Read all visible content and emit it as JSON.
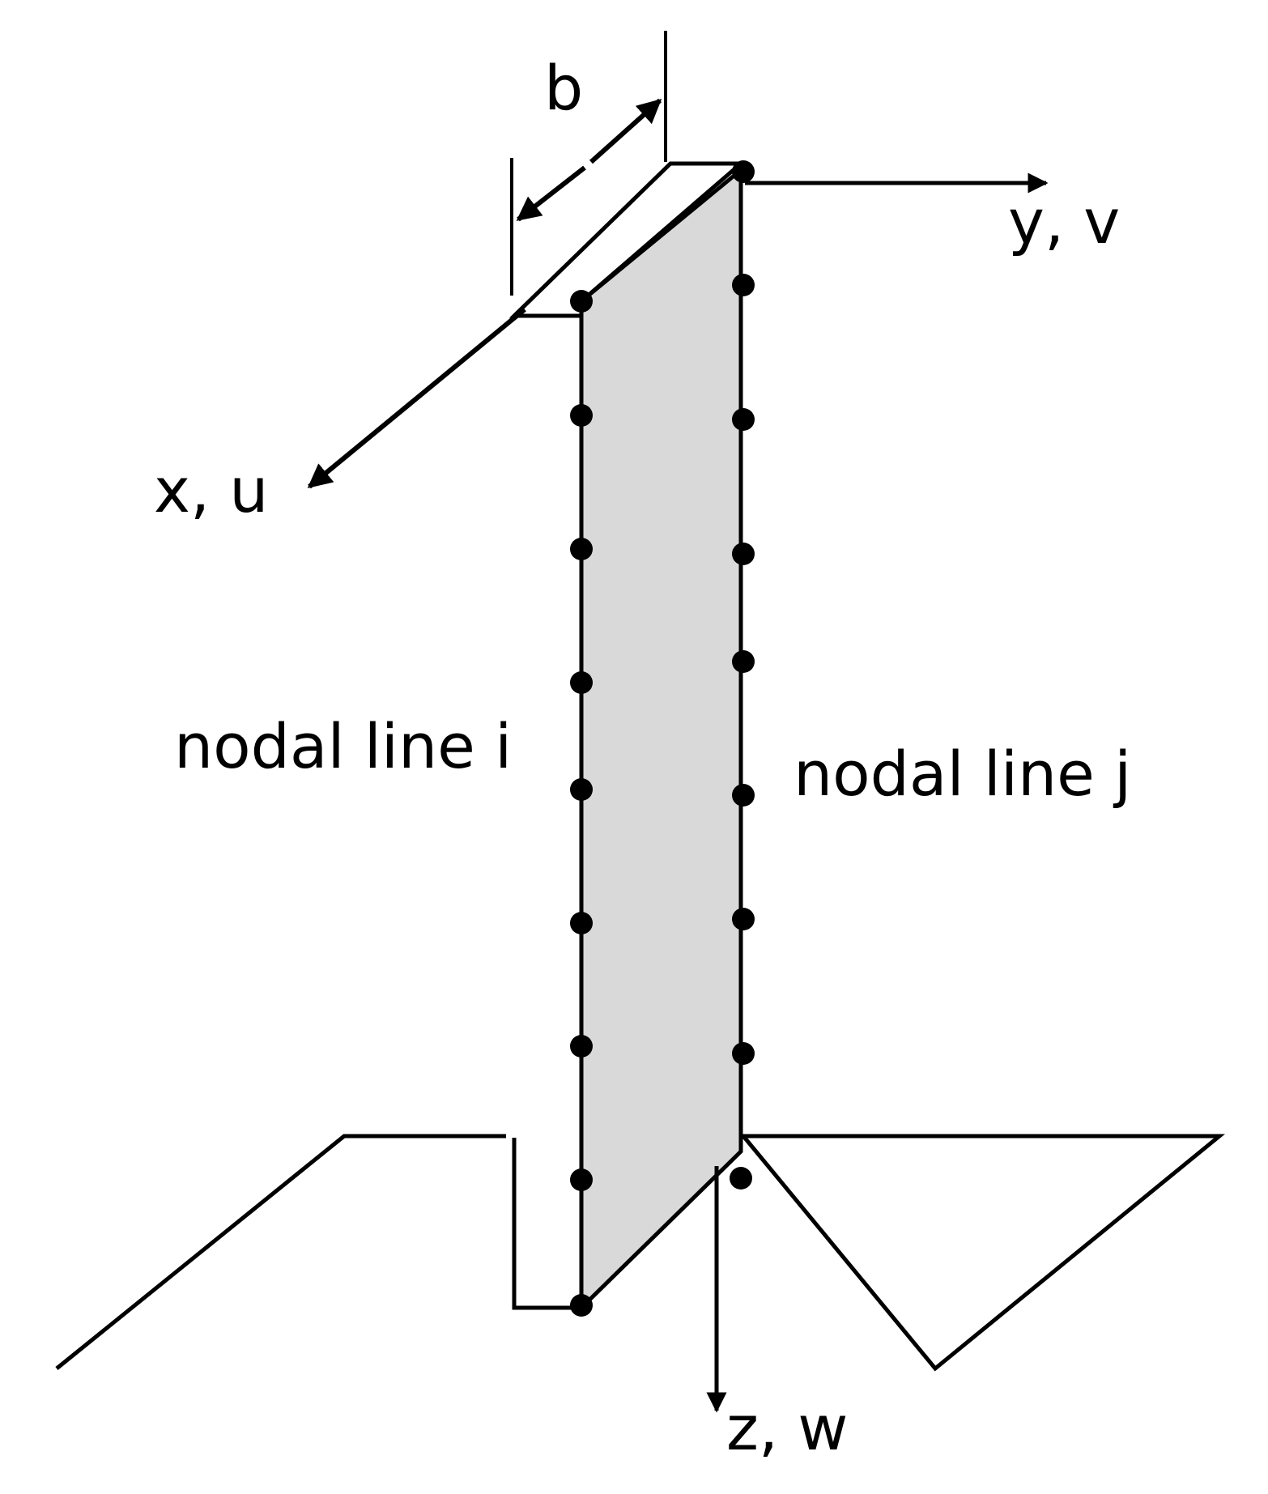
{
  "labels": {
    "width": "b",
    "y_axis": "y, v",
    "x_axis": "x, u",
    "z_axis": "z, w",
    "nodal_line_i": "nodal line i",
    "nodal_line_j": "nodal line j"
  },
  "colors": {
    "stroke": "#000000",
    "strip_face": "#d9d9d9",
    "background": "#ffffff"
  }
}
